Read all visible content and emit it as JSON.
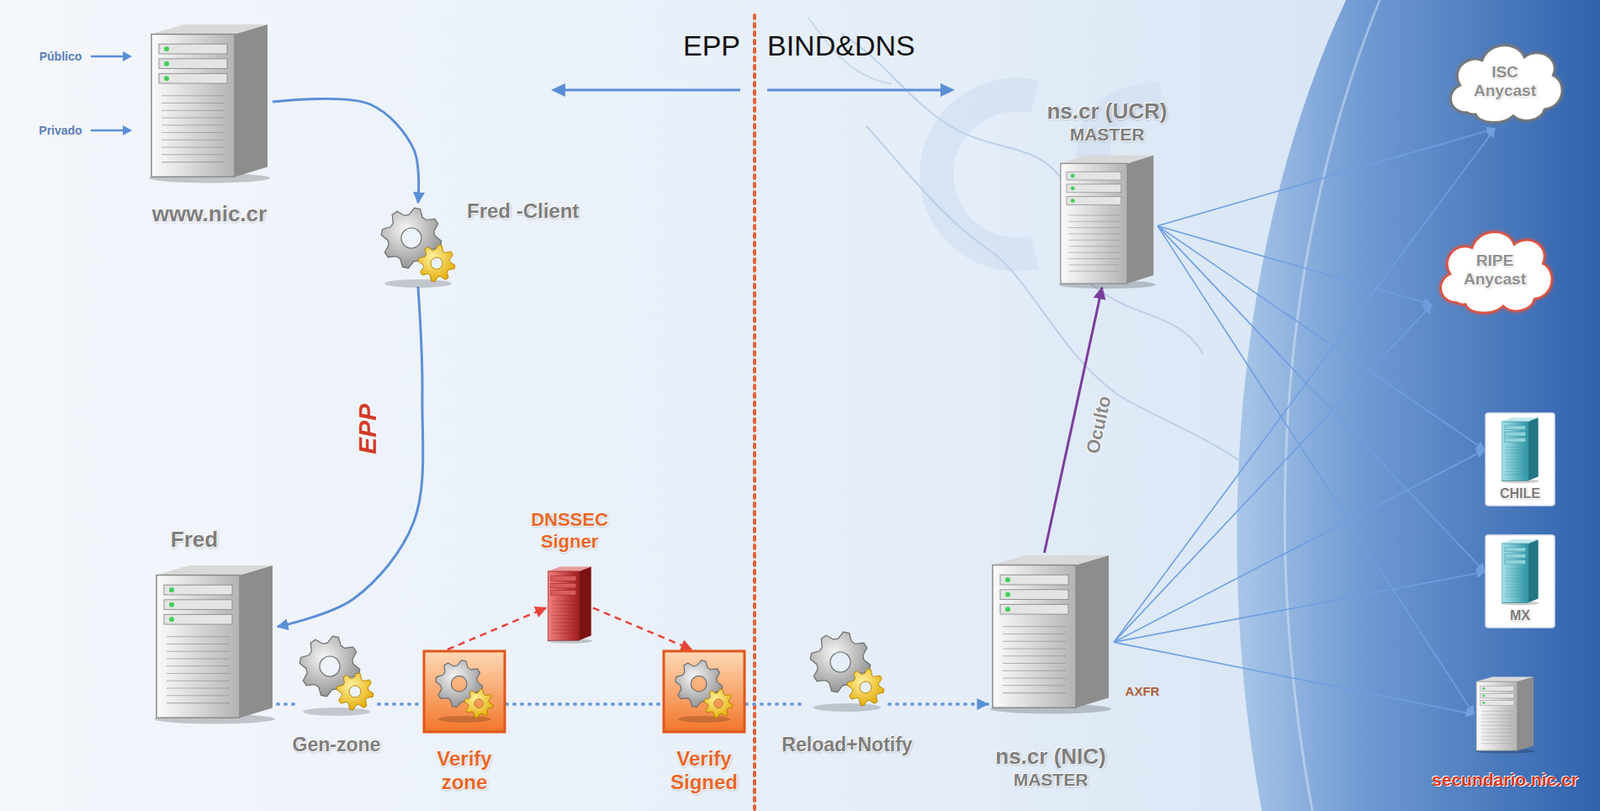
{
  "diagram": {
    "nodes": [
      {
        "text": [
          "www.nic.cr"
        ]
      },
      {
        "text": [
          "Fred -Client"
        ]
      },
      {
        "text": [
          "Fred"
        ]
      },
      {
        "text": [
          "Gen-zone"
        ]
      },
      {
        "text": [
          "Verify zone"
        ]
      },
      {
        "text": [
          "DNSSEC Signer"
        ]
      },
      {
        "text": [
          "Verify Signed"
        ]
      },
      {
        "text": [
          "Reload+Notify"
        ]
      },
      {
        "text": [
          "ns.cr (NIC)",
          "MASTER"
        ]
      },
      {
        "text": [
          "ns.cr (UCR)",
          "MASTER"
        ]
      },
      {
        "text": [
          "ISC Anycast"
        ]
      },
      {
        "text": [
          "RIPE Anycast"
        ]
      },
      {
        "text": [
          "CHILE"
        ]
      },
      {
        "text": [
          "MX"
        ]
      },
      {
        "text": [
          "secundario.nic.cr"
        ]
      }
    ],
    "edges": [
      {
        "from": 0,
        "to": 1,
        "arrow": "to"
      },
      {
        "from": 1,
        "to": 2,
        "label": "EPP",
        "arrow": "to"
      },
      {
        "from": 2,
        "to": 3,
        "arrow": "none"
      },
      {
        "from": 3,
        "to": 4,
        "arrow": "none"
      },
      {
        "from": 4,
        "to": 5,
        "arrow": "to"
      },
      {
        "from": 5,
        "to": 6,
        "arrow": "to"
      },
      {
        "from": 4,
        "to": 6,
        "arrow": "none"
      },
      {
        "from": 6,
        "to": 7,
        "arrow": "none"
      },
      {
        "from": 7,
        "to": 8,
        "arrow": "to"
      },
      {
        "from": 8,
        "to": 9,
        "label": "Oculto",
        "arrow": "to"
      },
      {
        "from": 9,
        "to": 10,
        "arrow": "to"
      },
      {
        "from": 9,
        "to": 11,
        "arrow": "to"
      },
      {
        "from": 9,
        "to": 12,
        "arrow": "to"
      },
      {
        "from": 9,
        "to": 13,
        "arrow": "to"
      },
      {
        "from": 9,
        "to": 14,
        "arrow": "to"
      },
      {
        "from": 8,
        "to": 10,
        "arrow": "to"
      },
      {
        "from": 8,
        "to": 11,
        "arrow": "to"
      },
      {
        "from": 8,
        "to": 12,
        "arrow": "to"
      },
      {
        "from": 8,
        "to": 13,
        "arrow": "to"
      },
      {
        "from": 8,
        "to": 14,
        "arrow": "to"
      }
    ],
    "labels": [
      "EPP",
      "BIND&DNS",
      "Público",
      "Privado",
      "AXFR"
    ]
  }
}
